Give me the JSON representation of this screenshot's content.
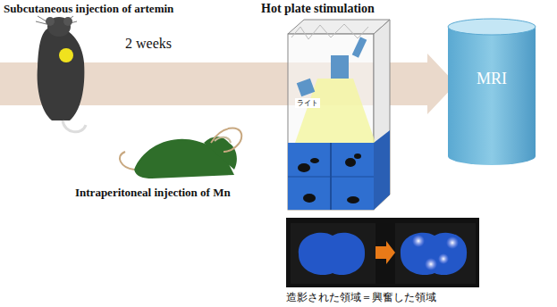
{
  "diagram": {
    "nodes": [
      {
        "text": [
          "MRI"
        ]
      }
    ],
    "labels": [
      "Subcutaneous injection of artemin",
      "2 weeks",
      "Hot plate stimulation",
      "ライト",
      "Intraperitoneal injection of Mn",
      "造影された領域＝興奮した領域"
    ]
  }
}
